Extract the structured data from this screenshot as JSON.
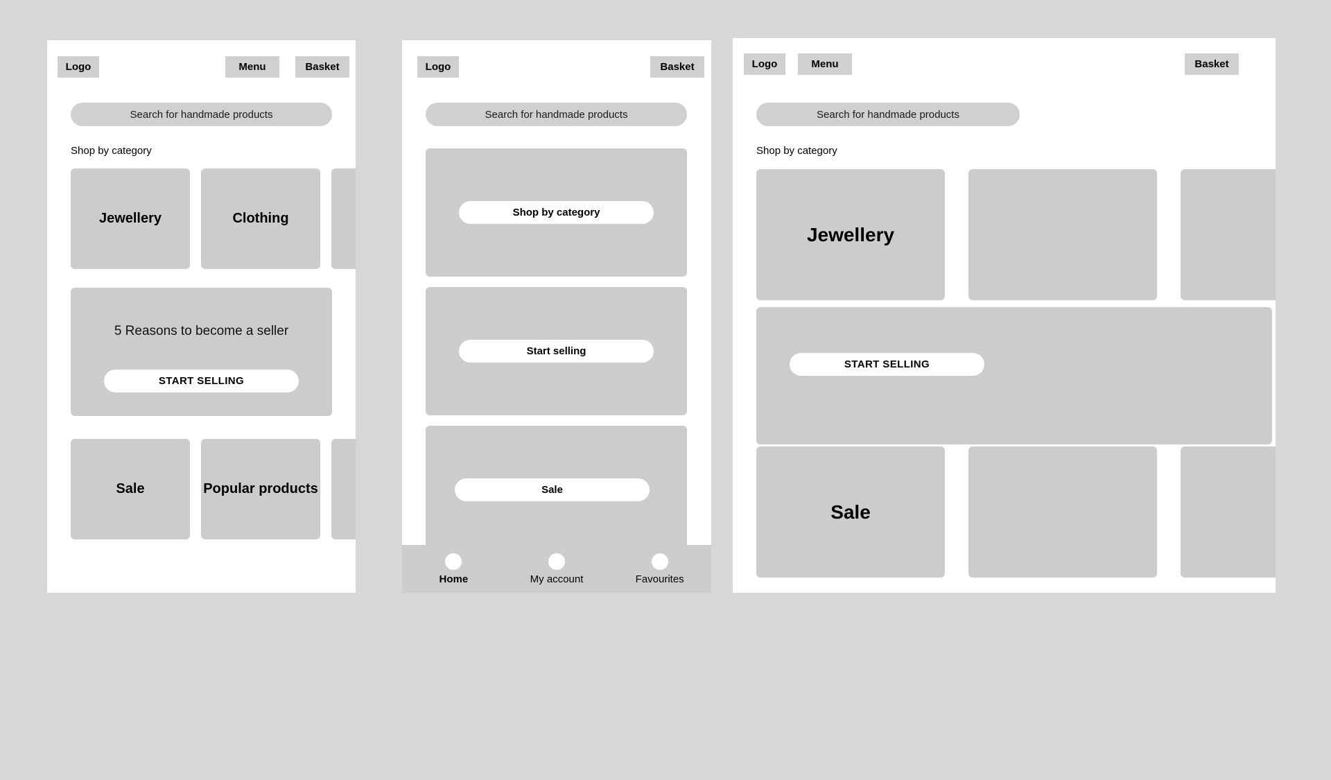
{
  "colors": {
    "canvas_background": "#d7d7d7",
    "panel_background": "#ffffff",
    "chip_grey": "#d0d0d0",
    "card_grey": "#cccccc",
    "cta_white": "#ffffff",
    "nav_bar_grey": "#cdcdcd",
    "text": "#000000"
  },
  "common": {
    "logo_label": "Logo",
    "menu_label": "Menu",
    "basket_label": "Basket",
    "search_placeholder": "Search for handmade products",
    "shop_by_category_label": "Shop by category",
    "start_selling_caps": "START SELLING",
    "start_selling_sentence": "Start selling",
    "sale_label": "Sale",
    "promo_headline": "5 Reasons to become a seller"
  },
  "panels": [
    {
      "id": "mobile",
      "name": "mobile-narrow-layout",
      "header": {
        "logo": "Logo",
        "menu": "Menu",
        "basket": "Basket"
      },
      "search": {
        "placeholder": "Search for handmade products"
      },
      "section_label": "Shop by category",
      "category_row_1": [
        {
          "label": "Jewellery"
        },
        {
          "label": "Clothing"
        },
        {
          "label": ""
        }
      ],
      "promo": {
        "headline": "5 Reasons to become a seller",
        "cta_label": "START SELLING"
      },
      "category_row_2": [
        {
          "label": "Sale"
        },
        {
          "label": "Popular products"
        },
        {
          "label": ""
        }
      ]
    },
    {
      "id": "tablet",
      "name": "mobile-with-bottom-nav-layout",
      "header": {
        "logo": "Logo",
        "basket": "Basket"
      },
      "search": {
        "placeholder": "Search for handmade products"
      },
      "blocks": [
        {
          "cta_label": "Shop by category"
        },
        {
          "cta_label": "Start selling"
        },
        {
          "cta_label": "Sale"
        }
      ],
      "bottom_nav": [
        {
          "label": "Home",
          "active": true
        },
        {
          "label": "My account",
          "active": false
        },
        {
          "label": "Favourites",
          "active": false
        }
      ]
    },
    {
      "id": "desktop",
      "name": "wide-desktop-layout",
      "header": {
        "logo": "Logo",
        "menu": "Menu",
        "basket": "Basket"
      },
      "search": {
        "placeholder": "Search for handmade products"
      },
      "section_label": "Shop by category",
      "category_row_1": [
        {
          "label": "Jewellery"
        },
        {
          "label": ""
        },
        {
          "label": ""
        }
      ],
      "promo": {
        "cta_label": "START SELLING"
      },
      "category_row_2": [
        {
          "label": "Sale"
        },
        {
          "label": ""
        },
        {
          "label": ""
        }
      ]
    }
  ]
}
